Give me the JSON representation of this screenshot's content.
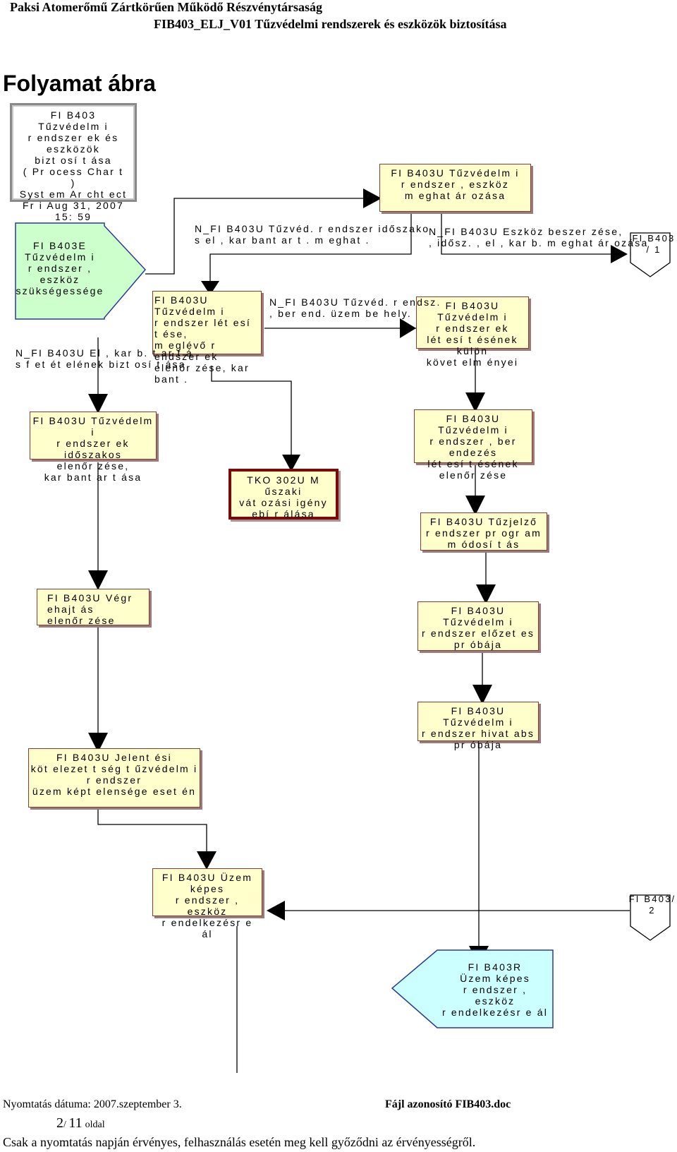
{
  "header": {
    "company": "Paksi Atomerőmű Zártkörűen Működő Részvénytársaság",
    "document": "FIB403_ELJ_V01 Tűzvédelmi rendszerek és eszközök biztosítása"
  },
  "page_title": "Folyamat ábra",
  "process_chart": "FI B403 Tűzvédelm i\nr endszer ek és\neszközök\nbizt osí t ása\n( Pr ocess Char t )\nSyst em Ar cht ect\nFr i Aug 31, 2007\n15: 59",
  "nodes": {
    "start": "FI B403E\nTűzvédelm i\nr endszer ,\neszköz\nszükségessége",
    "determine": "FI B403U Tűzvédelm i\nr endszer , eszköz\nm eghat ár ozása",
    "establish": "FI B403U Tűzvédelm i\nr endszer lét esí t ése,\nm eglévő r endszer ek\nelenőr zése, kar bant .",
    "special_req": "FI B403U Tűzvédelm i\nr endszer ek\nlét esí t ésének külön\nkövet elm ényei",
    "periodic": "FI B403U Tűzvédelm i\nr endszer ek időszakos\nelenőr zése,\nkar bant ar t ása",
    "tko": "TKO 302U M űszaki\nvát ozási igény\nebí r álása",
    "facility_check": "FI B403U Tűzvédelm i\nr endszer , ber endezés\nlét esí t ésének\nelenőr zése",
    "program_mod": "FI B403U Tűzjelző\nr endszer pr ogr am\nm ódosí t ás",
    "execution_check": "FI B403U Végr ehajt ás\nelenőr zése",
    "prelim_test": "FI B403U Tűzvédelm i\nr endszer előzet es\npr óbája",
    "official_test": "FI B403U Tűzvédelm i\nr endszer hivat abs\npr óbája",
    "reporting": "FI B403U Jelent ési\nköt elezet t ség t űzvédelm i\nr endszer\nüzem képt elensége eset én",
    "available": "FI B403U Üzem képes\nr endszer , eszköz\nr endelkezésr e ál",
    "end": "FI B403R\nÜzem képes\nr endszer ,\neszköz\nr endelkezésr e ál"
  },
  "connectors": {
    "off_top": "FI B403\n/ 1",
    "off_bottom": "FI B403/\n2"
  },
  "edge_labels": {
    "periodic_need": "N_FI B403U Tűzvéd. r endszer időszako\ns el , kar bant ar t . m eghat .",
    "procurement": "N_FI B403U Eszköz beszer zése,\n, idősz. , el , kar b. m eghat ár ozása",
    "installation": "N_FI B403U Tűzvéd. r endsz.\n, ber end. üzem be hely.",
    "funding": "N_FI B403U El , kar b. t ar t á\ns f et ét elének bizt osí t ása"
  },
  "footer": {
    "print_date": "Nyomtatás dátuma: 2007.szeptember 3.",
    "file_id": "Fájl azonosító FIB403.doc",
    "page_current": "2",
    "page_sep": "/ ",
    "page_total": "11",
    "page_word": "oldal",
    "disclaimer": "Csak a nyomtatás napján érvényes, felhasználás esetén meg kell győződni az érvényességről."
  },
  "colors": {
    "box_fill": "#ffffcc",
    "box_border": "#8b3a3a",
    "start_fill": "#ccffcc",
    "end_fill": "#ccffff",
    "control_border": "#7a0a0a"
  }
}
